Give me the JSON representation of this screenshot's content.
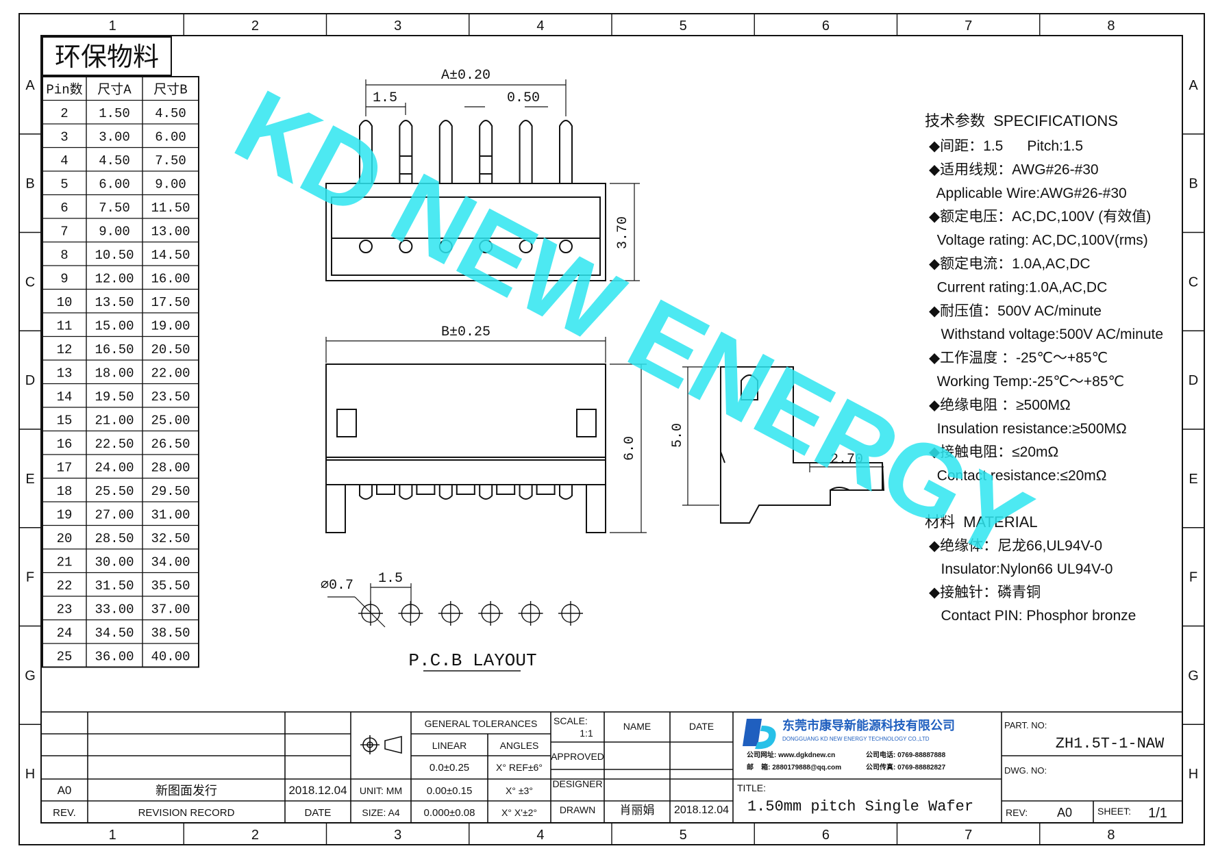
{
  "frame": {
    "col_labels": [
      "1",
      "2",
      "3",
      "4",
      "5",
      "6",
      "7",
      "8"
    ],
    "row_labels": [
      "A",
      "B",
      "C",
      "D",
      "E",
      "F",
      "G",
      "H"
    ]
  },
  "eco_label": "环保物料",
  "pin_table": {
    "headers": [
      "Pin数",
      "尺寸A",
      "尺寸B"
    ],
    "rows": [
      [
        "2",
        "1.50",
        "4.50"
      ],
      [
        "3",
        "3.00",
        "6.00"
      ],
      [
        "4",
        "4.50",
        "7.50"
      ],
      [
        "5",
        "6.00",
        "9.00"
      ],
      [
        "6",
        "7.50",
        "11.50"
      ],
      [
        "7",
        "9.00",
        "13.00"
      ],
      [
        "8",
        "10.50",
        "14.50"
      ],
      [
        "9",
        "12.00",
        "16.00"
      ],
      [
        "10",
        "13.50",
        "17.50"
      ],
      [
        "11",
        "15.00",
        "19.00"
      ],
      [
        "12",
        "16.50",
        "20.50"
      ],
      [
        "13",
        "18.00",
        "22.00"
      ],
      [
        "14",
        "19.50",
        "23.50"
      ],
      [
        "15",
        "21.00",
        "25.00"
      ],
      [
        "16",
        "22.50",
        "26.50"
      ],
      [
        "17",
        "24.00",
        "28.00"
      ],
      [
        "18",
        "25.50",
        "29.50"
      ],
      [
        "19",
        "27.00",
        "31.00"
      ],
      [
        "20",
        "28.50",
        "32.50"
      ],
      [
        "21",
        "30.00",
        "34.00"
      ],
      [
        "22",
        "31.50",
        "35.50"
      ],
      [
        "23",
        "33.00",
        "37.00"
      ],
      [
        "24",
        "34.50",
        "38.50"
      ],
      [
        "25",
        "36.00",
        "40.00"
      ]
    ]
  },
  "drawing": {
    "dim_a": "A±0.20",
    "dim_pitch": "1.5",
    "dim_pin": "0.50",
    "dim_height": "3.70",
    "dim_b": "B±0.25",
    "dim_depth": "6.0",
    "dim_side_height": "5.0",
    "dim_side_offset": "2.70",
    "dim_hole": "⌀0.7",
    "dim_pcb_pitch": "1.5",
    "pcb_label": "P.C.B LAYOUT"
  },
  "watermark": "KD NEW ENERGY",
  "specs": {
    "title": "技术参数  SPECIFICATIONS",
    "lines": [
      "◆间距：1.5      Pitch:1.5",
      "◆适用线规：AWG#26-#30",
      "  Applicable Wire:AWG#26-#30",
      "◆额定电压：AC,DC,100V (有效值)",
      "  Voltage rating: AC,DC,100V(rms)",
      "◆额定电流：1.0A,AC,DC",
      "  Current rating:1.0A,AC,DC",
      "◆耐压值：500V AC/minute",
      "   Withstand voltage:500V AC/minute",
      "◆工作温度 ：-25℃～+85℃",
      "  Working Temp:-25℃～+85℃",
      "◆绝缘电阻 ：≥500MΩ",
      "  Insulation resistance:≥500MΩ",
      "◆接触电阻：≤20mΩ",
      "  Contact resistance:≤20mΩ"
    ],
    "material_title": "材料  MATERIAL",
    "material_lines": [
      "◆绝缘体：尼龙66,UL94V-0",
      "   Insulator:Nylon66 UL94V-0",
      "◆接触针：磷青铜",
      "   Contact PIN: Phosphor bronze"
    ]
  },
  "title_block": {
    "rev_value": "A0",
    "revision_text": "新图面发行",
    "revision_date": "2018.12.04",
    "rev_header": "REV.",
    "revision_record_header": "REVISION RECORD",
    "date_header": "DATE",
    "unit": "UNIT: MM",
    "size": "SIZE: A4",
    "general_tolerances": "GENERAL TOLERANCES",
    "linear": "LINEAR",
    "angles": "ANGLES",
    "tol_1": "0.0±0.25",
    "tol_2": "0.00±0.15",
    "tol_3": "0.000±0.08",
    "ang_1": "X° REF±6°",
    "ang_2": "X° ±3°",
    "ang_3": "X° X'±2°",
    "scale_label": "SCALE:",
    "scale_value": "1:1",
    "approved": "APPROVED",
    "designer": "DESIGNER",
    "drawn": "DRAWN",
    "name_header": "NAME",
    "date_col_header": "DATE",
    "drawn_name": "肖丽娟",
    "drawn_date": "2018.12.04",
    "company_cn": "东莞市康导新能源科技有限公司",
    "company_en": "DONGGUANG KD NEW ENERGY TECHNOLOGY CO.,LTD",
    "contact_1": "公司网址: www.dgkdnew.cn",
    "contact_2": "公司电话: 0769-88887888",
    "contact_3": "邮    箱: 2880179888@qq.com",
    "contact_4": "公司传真: 0769-88882827",
    "title_label": "TITLE:",
    "title_value": "1.50mm pitch Single Wafer",
    "part_label": "PART. NO:",
    "part_value": "ZH1.5T-1-NAW",
    "dwg_label": "DWG. NO:",
    "rev_label": "REV:",
    "rev_block_value": "A0",
    "sheet_label": "SHEET:",
    "sheet_value": "1/1"
  },
  "colors": {
    "watermark": "#2ee6f0",
    "logo_blue": "#1f5fbf",
    "logo_cyan": "#27c0e8",
    "line": "#111111"
  }
}
